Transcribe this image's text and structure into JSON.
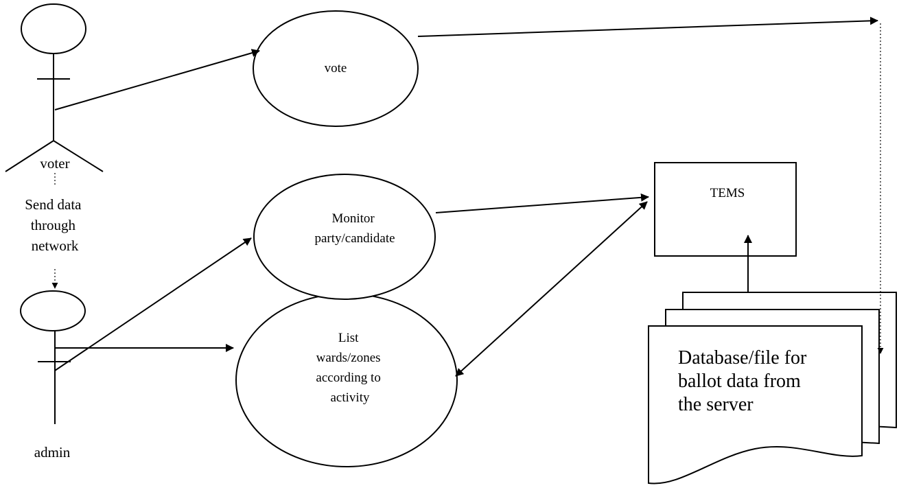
{
  "actors": {
    "voter": {
      "label": "voter"
    },
    "admin": {
      "label": "admin"
    }
  },
  "note": {
    "lines": [
      "Send data",
      "through",
      "network"
    ]
  },
  "use_cases": {
    "vote": {
      "lines": [
        "vote"
      ]
    },
    "monitor": {
      "lines": [
        "Monitor",
        "party/candidate"
      ]
    },
    "list": {
      "lines": [
        "List",
        "wards/zones",
        "according to",
        "activity"
      ]
    }
  },
  "system": {
    "label": "TEMS"
  },
  "database": {
    "lines": [
      "Database/file for",
      "ballot data from",
      "the server"
    ]
  }
}
